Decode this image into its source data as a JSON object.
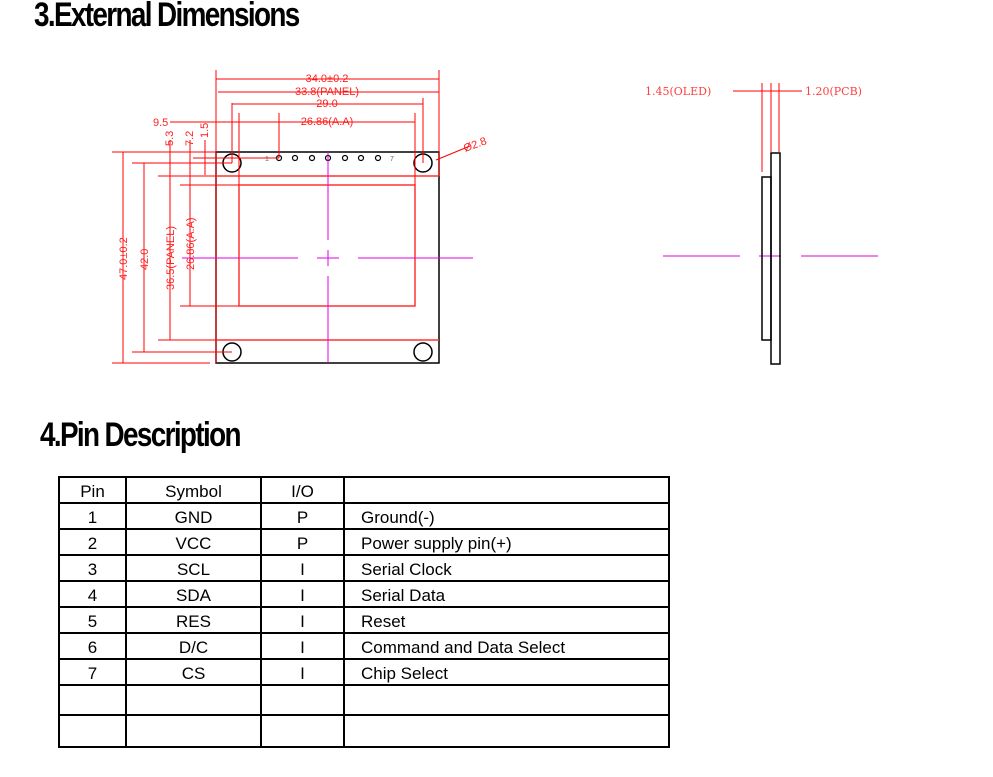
{
  "section3": {
    "title": "3.External Dimensions",
    "front": {
      "width_total": "34.0±0.2",
      "width_panel": "33.8(PANEL)",
      "hole_pitch_x": "29.0",
      "width_aa": "26.86(A.A)",
      "offset_left": "9.5",
      "d1": "5.3",
      "d2": "7.2",
      "d3": "1.5",
      "hole_dia": "Ø2.8",
      "height_total": "47.0±0.2",
      "hole_pitch_y": "42.0",
      "height_panel": "36.5(PANEL)",
      "height_aa": "26.86(A.A)",
      "pin_first": "1",
      "pin_last": "7"
    },
    "side": {
      "oled": "1.45(OLED)",
      "pcb": "1.20(PCB)"
    }
  },
  "section4": {
    "title": "4.Pin Description",
    "headers": [
      "Pin",
      "Symbol",
      "I/O",
      ""
    ],
    "rows": [
      [
        "1",
        "GND",
        "P",
        "Ground(-)"
      ],
      [
        "2",
        "VCC",
        "P",
        "Power supply pin(+)"
      ],
      [
        "3",
        "SCL",
        "I",
        "Serial Clock"
      ],
      [
        "4",
        "SDA",
        "I",
        "Serial Data"
      ],
      [
        "5",
        "RES",
        "I",
        "Reset"
      ],
      [
        "6",
        "D/C",
        "I",
        "Command and Data Select"
      ],
      [
        "7",
        "CS",
        "I",
        "Chip Select"
      ]
    ]
  }
}
